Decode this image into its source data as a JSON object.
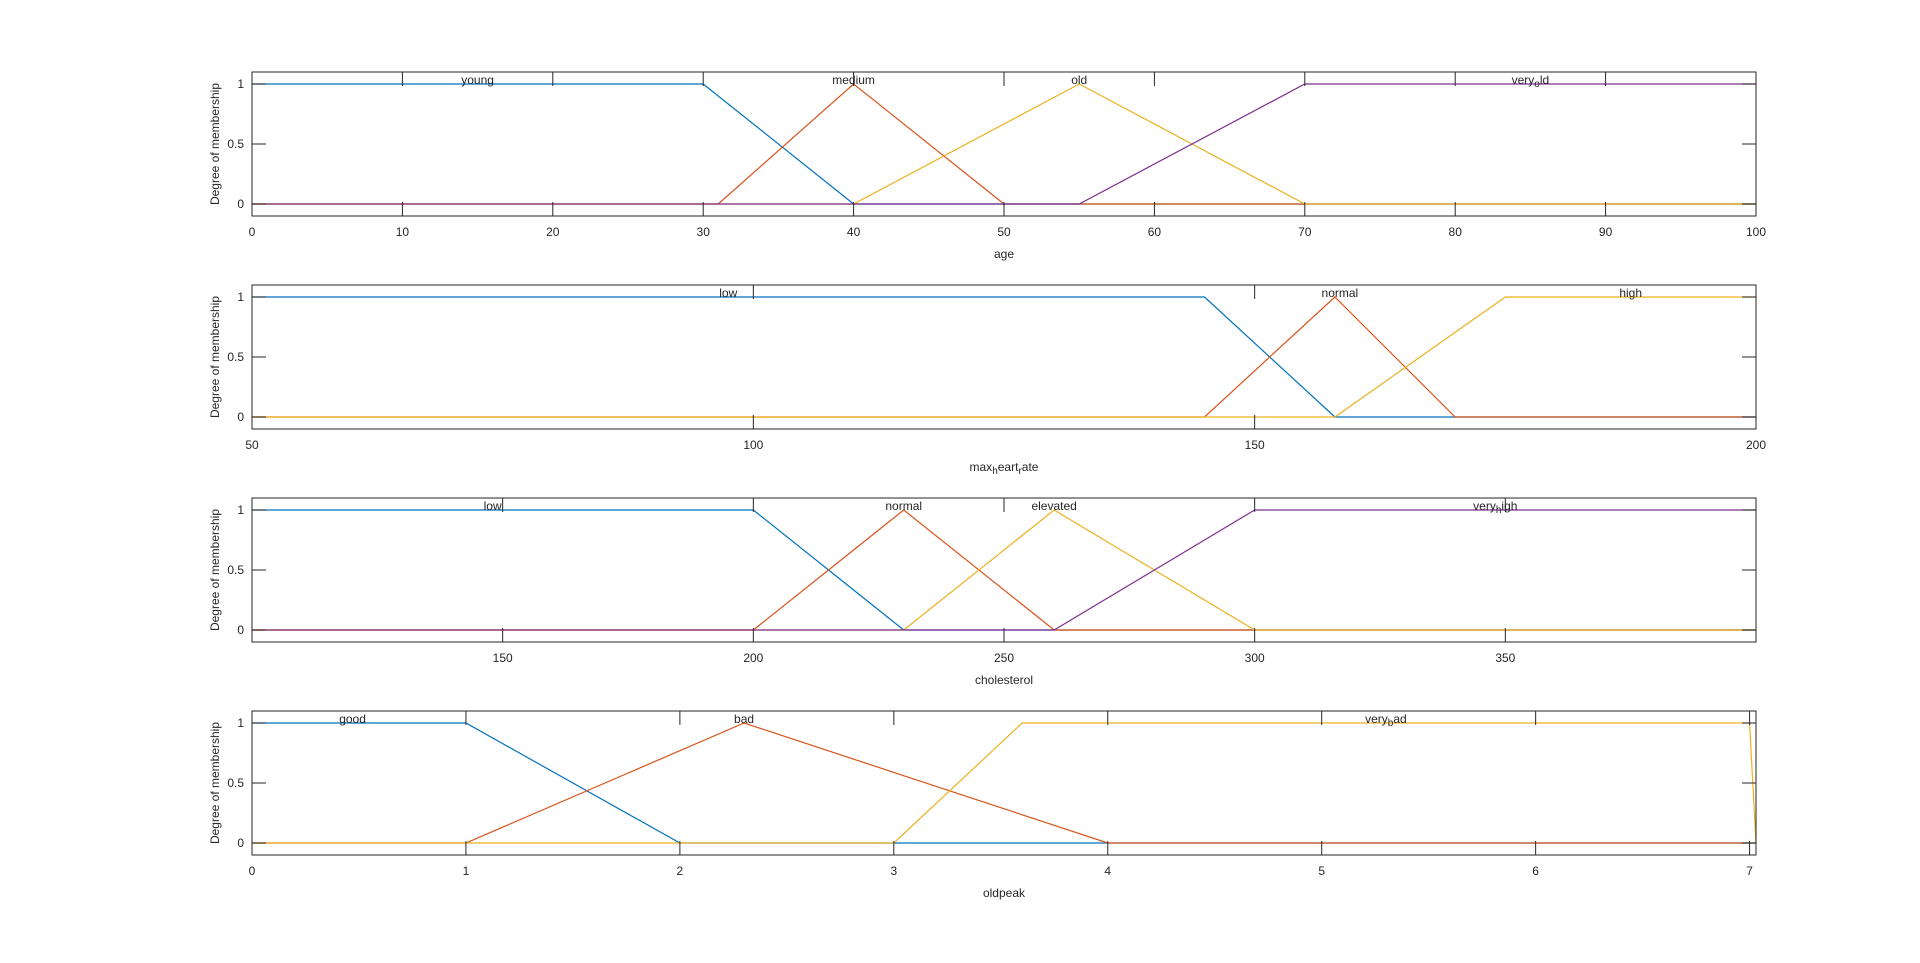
{
  "figure": {
    "background": "#ffffff",
    "axis_color": "#262626",
    "series_colors": [
      "#0072BD",
      "#D95319",
      "#EDB120",
      "#7E2F8E"
    ]
  },
  "chart_data": [
    {
      "type": "line",
      "xlabel": "age",
      "ylabel": "Degree of membership",
      "xlim": [
        0,
        100
      ],
      "ylim": [
        -0.1,
        1.1
      ],
      "xticks": [
        0,
        10,
        20,
        30,
        40,
        50,
        60,
        70,
        80,
        90,
        100
      ],
      "yticks": [
        0,
        0.5,
        1
      ],
      "grid": false,
      "series": [
        {
          "name": "young",
          "label_x": 15,
          "x": [
            0,
            30,
            40,
            100
          ],
          "y": [
            1,
            1,
            0,
            0
          ]
        },
        {
          "name": "medium",
          "label_x": 40,
          "x": [
            0,
            31,
            40,
            50,
            100
          ],
          "y": [
            0,
            0,
            1,
            0,
            0
          ]
        },
        {
          "name": "old",
          "label_x": 55,
          "x": [
            0,
            40,
            55,
            70,
            100
          ],
          "y": [
            0,
            0,
            1,
            0,
            0
          ]
        },
        {
          "name": "veryold",
          "label_parts": [
            "very",
            "o",
            "ld"
          ],
          "label_x": 85,
          "x": [
            0,
            55,
            70,
            100
          ],
          "y": [
            0,
            0,
            1,
            1
          ]
        }
      ]
    },
    {
      "type": "line",
      "xlabel": "maxheartrate",
      "xlabel_parts": [
        "max",
        "h",
        "eart",
        "r",
        "ate"
      ],
      "ylabel": "Degree of membership",
      "xlim": [
        50,
        200
      ],
      "ylim": [
        -0.1,
        1.1
      ],
      "xticks": [
        50,
        100,
        150,
        200
      ],
      "yticks": [
        0,
        0.5,
        1
      ],
      "grid": false,
      "series": [
        {
          "name": "low",
          "label_x": 97.5,
          "x": [
            50,
            145,
            158,
            200
          ],
          "y": [
            1,
            1,
            0,
            0
          ]
        },
        {
          "name": "normal",
          "label_x": 158.5,
          "x": [
            50,
            145,
            158,
            170,
            200
          ],
          "y": [
            0,
            0,
            1,
            0,
            0
          ]
        },
        {
          "name": "high",
          "label_x": 187.5,
          "x": [
            50,
            158,
            175,
            200
          ],
          "y": [
            0,
            0,
            1,
            1
          ]
        }
      ]
    },
    {
      "type": "line",
      "xlabel": "cholesterol",
      "ylabel": "Degree of membership",
      "xlim": [
        100,
        400
      ],
      "ylim": [
        -0.1,
        1.1
      ],
      "xticks": [
        150,
        200,
        250,
        300,
        350
      ],
      "yticks": [
        0,
        0.5,
        1
      ],
      "grid": false,
      "series": [
        {
          "name": "low",
          "label_x": 148,
          "x": [
            100,
            200,
            230,
            400
          ],
          "y": [
            1,
            1,
            0,
            0
          ]
        },
        {
          "name": "normal",
          "label_x": 230,
          "x": [
            100,
            200,
            230,
            260,
            400
          ],
          "y": [
            0,
            0,
            1,
            0,
            0
          ]
        },
        {
          "name": "elevated",
          "label_x": 260,
          "x": [
            100,
            230,
            260,
            300,
            400
          ],
          "y": [
            0,
            0,
            1,
            0,
            0
          ]
        },
        {
          "name": "veryhigh",
          "label_parts": [
            "very",
            "h",
            "igh"
          ],
          "label_x": 348,
          "x": [
            100,
            260,
            300,
            400
          ],
          "y": [
            0,
            0,
            1,
            1
          ]
        }
      ]
    },
    {
      "type": "line",
      "xlabel": "oldpeak",
      "ylabel": "Degree of membership",
      "xlim": [
        0,
        7.03
      ],
      "ylim": [
        -0.1,
        1.1
      ],
      "xticks": [
        0,
        1,
        2,
        3,
        4,
        5,
        6,
        7
      ],
      "yticks": [
        0,
        0.5,
        1
      ],
      "grid": false,
      "series": [
        {
          "name": "good",
          "label_x": 0.47,
          "x": [
            0,
            1,
            2,
            7.03
          ],
          "y": [
            1,
            1,
            0,
            0
          ]
        },
        {
          "name": "bad",
          "label_x": 2.3,
          "x": [
            0,
            1,
            2.3,
            4,
            7.03
          ],
          "y": [
            0,
            0,
            1,
            0,
            0
          ]
        },
        {
          "name": "verybad",
          "label_parts": [
            "very",
            "b",
            "ad"
          ],
          "label_x": 5.3,
          "x": [
            0,
            3,
            3.6,
            7,
            7.03
          ],
          "y": [
            0,
            0,
            1,
            1,
            0
          ]
        }
      ]
    }
  ]
}
